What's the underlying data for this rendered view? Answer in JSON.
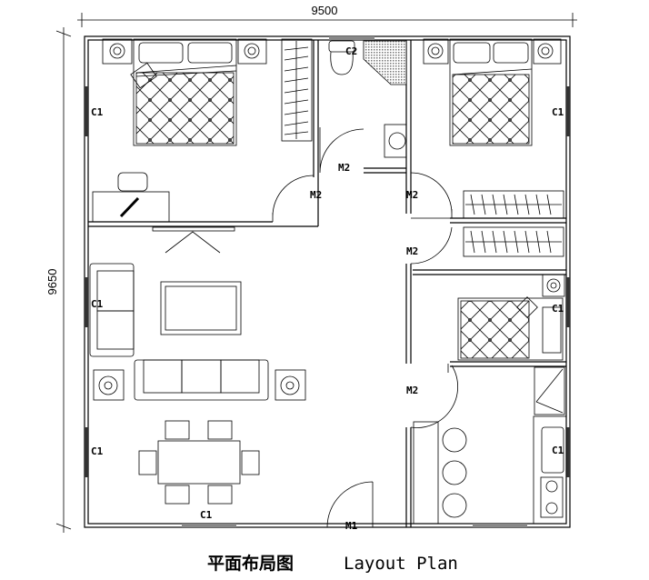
{
  "dimensions": {
    "width": "9500",
    "height": "9650"
  },
  "title": {
    "chinese": "平面布局图",
    "english": "Layout Plan"
  },
  "labels": {
    "c1_bed_left": "C1",
    "c1_bed_right": "C1",
    "c1_living": "C1",
    "c1_dining": "C1",
    "c1_bottom": "C1",
    "c1_bed_small": "C1",
    "c1_kitchen": "C1",
    "c2_bath": "C2",
    "m2_bath": "M2",
    "m2_bed_left": "M2",
    "m2_bed_right": "M2",
    "m2_closet": "M2",
    "m2_bed_small": "M2",
    "m1_entrance": "M1"
  }
}
